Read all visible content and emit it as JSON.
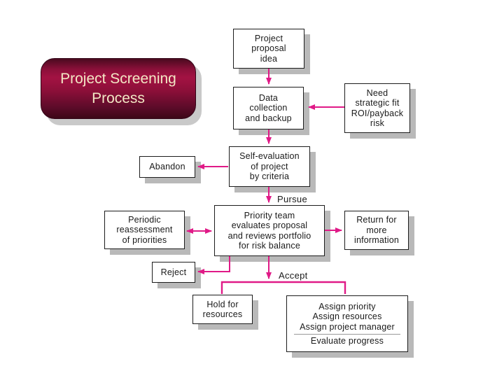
{
  "title": {
    "label": "Project Screening Process"
  },
  "nodes": {
    "proposal": {
      "label": "Project\nproposal\nidea"
    },
    "data_collection": {
      "label": "Data\ncollection\nand backup"
    },
    "need": {
      "label": "Need\nstrategic fit\nROI/payback\nrisk"
    },
    "self_evaluation": {
      "label": "Self-evaluation\nof project\nby criteria"
    },
    "abandon": {
      "label": "Abandon"
    },
    "periodic": {
      "label": "Periodic\nreassessment\nof priorities"
    },
    "priority_team": {
      "label": "Priority team\nevaluates proposal\nand reviews portfolio\nfor risk balance"
    },
    "return_info": {
      "label": "Return for\nmore\ninformation"
    },
    "reject": {
      "label": "Reject"
    },
    "hold": {
      "label": "Hold for\nresources"
    },
    "assign": {
      "label": "Assign priority\nAssign resources\nAssign project manager",
      "sublabel": "Evaluate progress"
    }
  },
  "edge_labels": {
    "pursue": "Pursue",
    "accept": "Accept"
  },
  "edges": [
    {
      "from": "proposal",
      "to": "data_collection",
      "type": "arrow"
    },
    {
      "from": "need",
      "to": "data_collection",
      "type": "arrow"
    },
    {
      "from": "data_collection",
      "to": "self_evaluation",
      "type": "arrow"
    },
    {
      "from": "self_evaluation",
      "to": "abandon",
      "type": "arrow"
    },
    {
      "from": "self_evaluation",
      "to": "priority_team",
      "type": "arrow",
      "label": "Pursue"
    },
    {
      "from": "periodic",
      "to": "priority_team",
      "type": "double-arrow"
    },
    {
      "from": "priority_team",
      "to": "return_info",
      "type": "arrow"
    },
    {
      "from": "priority_team",
      "to": "reject",
      "type": "arrow"
    },
    {
      "from": "priority_team",
      "to": "hold",
      "type": "branch",
      "label": "Accept"
    },
    {
      "from": "priority_team",
      "to": "assign",
      "type": "branch",
      "label": "Accept"
    }
  ],
  "colors": {
    "connector": "#e01a87",
    "box_border": "#1c1c1c",
    "box_shadow": "#b9b9b9",
    "title_gradient_mid": "#a31243",
    "title_text": "#f2e7c4"
  }
}
